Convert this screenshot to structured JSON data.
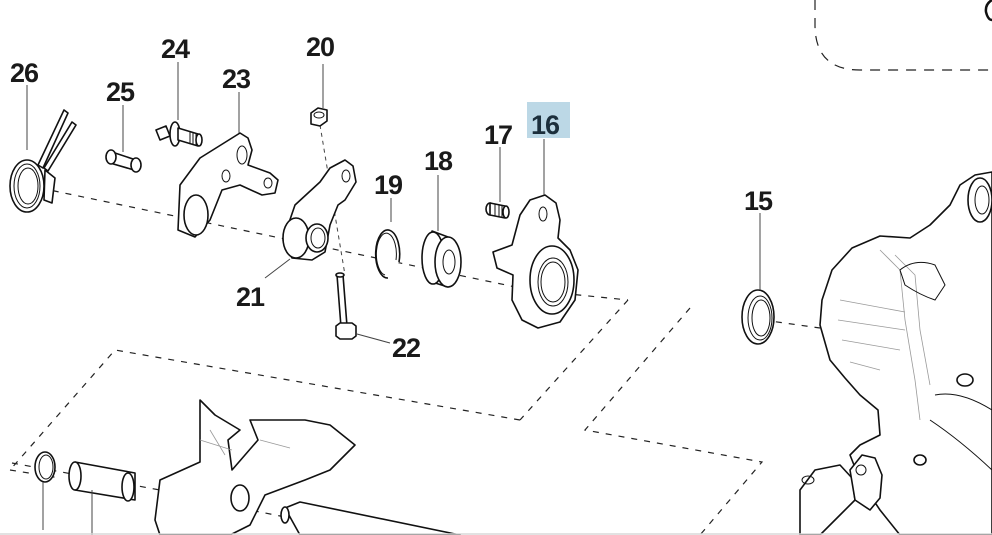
{
  "diagram": {
    "type": "exploded-parts-diagram",
    "highlight_color": "#bcd8e6",
    "callouts": [
      {
        "id": "15",
        "label": "15",
        "highlighted": false
      },
      {
        "id": "16",
        "label": "16",
        "highlighted": true
      },
      {
        "id": "17",
        "label": "17",
        "highlighted": false
      },
      {
        "id": "18",
        "label": "18",
        "highlighted": false
      },
      {
        "id": "19",
        "label": "19",
        "highlighted": false
      },
      {
        "id": "20",
        "label": "20",
        "highlighted": false
      },
      {
        "id": "21",
        "label": "21",
        "highlighted": false
      },
      {
        "id": "22",
        "label": "22",
        "highlighted": false
      },
      {
        "id": "23",
        "label": "23",
        "highlighted": false
      },
      {
        "id": "24",
        "label": "24",
        "highlighted": false
      },
      {
        "id": "25",
        "label": "25",
        "highlighted": false
      },
      {
        "id": "26",
        "label": "26",
        "highlighted": false
      }
    ],
    "parts": [
      {
        "callout": "26",
        "name": "torsion-spring"
      },
      {
        "callout": "25",
        "name": "pin"
      },
      {
        "callout": "24",
        "name": "bolt-with-washer"
      },
      {
        "callout": "23",
        "name": "bracket-lever"
      },
      {
        "callout": "20",
        "name": "hex-nut"
      },
      {
        "callout": "21",
        "name": "rocker-arm"
      },
      {
        "callout": "22",
        "name": "hex-bolt"
      },
      {
        "callout": "19",
        "name": "circlip"
      },
      {
        "callout": "18",
        "name": "bearing"
      },
      {
        "callout": "17",
        "name": "set-screw"
      },
      {
        "callout": "16",
        "name": "flange-housing"
      },
      {
        "callout": "15",
        "name": "seal-ring"
      }
    ]
  }
}
